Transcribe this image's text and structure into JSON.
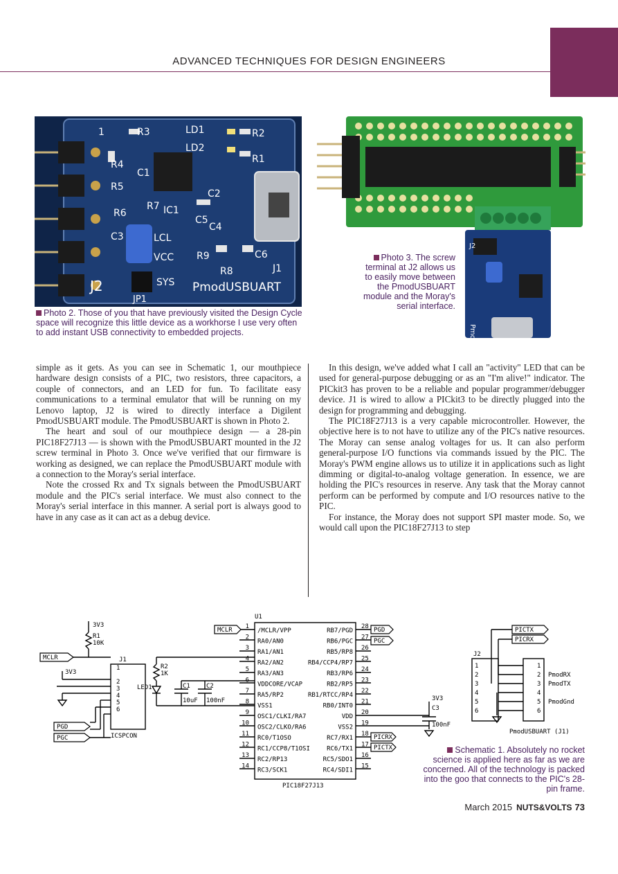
{
  "header": {
    "title": "ADVANCED TECHNIQUES FOR DESIGN ENGINEERS"
  },
  "photo2": {
    "board_labels": [
      "1",
      "R3",
      "LD1",
      "R2",
      "LD2",
      "R1",
      "R4",
      "C1",
      "R5",
      "C2",
      "R6",
      "R7",
      "IC1",
      "C5",
      "C3",
      "C4",
      "LCL",
      "VCC",
      "R9",
      "R8",
      "C6",
      "J2",
      "SYS",
      "JP1",
      "PmodUSBUART",
      "J1"
    ],
    "caption": "Photo 2. Those of you that have previously visited the Design Cycle space will recognize this little device as a workhorse I use very often to add instant USB connectivity to embedded projects."
  },
  "photo3": {
    "board_labels": [
      "J2",
      "PmodUSBUART"
    ],
    "caption": "Photo 3. The screw terminal at J2 allows us to easily move between the PmodUSBUART module and the Moray's serial interface."
  },
  "left_column": [
    "simple as it gets. As you can see in Schematic 1, our mouthpiece hardware design consists of a PIC, two resistors, three capacitors, a couple of connectors, and an LED for fun. To facilitate easy communications to a terminal emulator that will be running on my Lenovo laptop, J2 is wired to directly interface a Digilent PmodUSBUART module. The PmodUSBUART is shown in Photo 2.",
    "The heart and soul of our mouthpiece design — a 28-pin PIC18F27J13 — is shown with the PmodUSBUART mounted in the J2 screw terminal in Photo 3. Once we've verified that our firmware is working as designed, we can replace the PmodUSBUART module with a connection to the Moray's serial interface.",
    "Note the crossed Rx and Tx signals between the PmodUSBUART module and the PIC's serial interface. We must also connect to the Moray's serial interface in this manner. A serial port is always good to have in any case as it can act as a debug device."
  ],
  "right_column": [
    "In this design, we've added what I call an \"activity\" LED that can be used for general-purpose debugging or as an \"I'm alive!\" indicator. The PICkit3 has proven to be a reliable and popular programmer/debugger device. J1 is wired to allow a PICkit3 to be directly plugged into the design for programming and debugging.",
    "The PIC18F27J13 is a very capable microcontroller. However, the objective here is to not have to utilize any of the PIC's native resources. The Moray can sense analog voltages for us. It can also perform general-purpose I/O functions via commands issued by the PIC. The Moray's PWM engine allows us to utilize it in applications such as light dimming or digital-to-analog voltage generation. In essence, we are holding the PIC's resources in reserve. Any task that the Moray cannot perform can be performed by compute and I/O resources native to the PIC.",
    "For instance, the Moray does not support SPI master mode. So, we would call upon the PIC18F27J13 to step"
  ],
  "schematic": {
    "ic_ref": "U1",
    "ic_part": "PIC18F27J13",
    "left_pins": [
      {
        "num": "1",
        "name": "/MCLR/VPP"
      },
      {
        "num": "2",
        "name": "RA0/AN0"
      },
      {
        "num": "3",
        "name": "RA1/AN1"
      },
      {
        "num": "4",
        "name": "RA2/AN2"
      },
      {
        "num": "5",
        "name": "RA3/AN3"
      },
      {
        "num": "6",
        "name": "VDDCORE/VCAP"
      },
      {
        "num": "7",
        "name": "RA5/RP2"
      },
      {
        "num": "8",
        "name": "VSS1"
      },
      {
        "num": "9",
        "name": "OSC1/CLKI/RA7"
      },
      {
        "num": "10",
        "name": "OSC2/CLKO/RA6"
      },
      {
        "num": "11",
        "name": "RC0/T1OSO"
      },
      {
        "num": "12",
        "name": "RC1/CCP8/T1OSI"
      },
      {
        "num": "13",
        "name": "RC2/RP13"
      },
      {
        "num": "14",
        "name": "RC3/SCK1"
      }
    ],
    "right_pins": [
      {
        "num": "28",
        "name": "RB7/PGD"
      },
      {
        "num": "27",
        "name": "RB6/PGC"
      },
      {
        "num": "26",
        "name": "RB5/RP8"
      },
      {
        "num": "25",
        "name": "RB4/CCP4/RP7"
      },
      {
        "num": "24",
        "name": "RB3/RP6"
      },
      {
        "num": "23",
        "name": "RB2/RP5"
      },
      {
        "num": "22",
        "name": "RB1/RTCC/RP4"
      },
      {
        "num": "21",
        "name": "RB0/INT0"
      },
      {
        "num": "20",
        "name": "VDD"
      },
      {
        "num": "19",
        "name": "VSS2"
      },
      {
        "num": "18",
        "name": "RC7/RX1"
      },
      {
        "num": "17",
        "name": "RC6/TX1"
      },
      {
        "num": "16",
        "name": "RC5/SDO1"
      },
      {
        "num": "15",
        "name": "RC4/SDI1"
      }
    ],
    "net_tags": {
      "mclr": "MCLR",
      "pgd": "PGD",
      "pgc": "PGC",
      "picrx": "PICRX",
      "pictx": "PICTX"
    },
    "power": {
      "v1": "3V3",
      "v2": "3V3",
      "v3": "3V3"
    },
    "r1": {
      "ref": "R1",
      "val": "10K"
    },
    "r2": {
      "ref": "R2",
      "val": "1K"
    },
    "c1": {
      "ref": "C1",
      "val": "10uF"
    },
    "c2": {
      "ref": "C2",
      "val": "100nF"
    },
    "c3": {
      "ref": "C3",
      "val": "100nF"
    },
    "led": "LED1",
    "j1": {
      "ref": "J1",
      "name": "ICSPCON",
      "pins": [
        "1",
        "2",
        "3",
        "4",
        "5",
        "6"
      ]
    },
    "j2": {
      "ref": "J2",
      "pins": [
        "1",
        "2",
        "3",
        "4",
        "5",
        "6"
      ],
      "name": "PmodUSBUART (J1)",
      "signals": [
        "PmodRX",
        "PmodTX",
        "PmodGnd"
      ]
    }
  },
  "schematic_caption": "Schematic 1. Absolutely no rocket science is applied here as far as we are concerned. All of the technology is packed into the goo that connects to the PIC's 28-pin frame.",
  "footer": {
    "date": "March 2015",
    "magazine": "NUTS&VOLTS",
    "page": "73"
  },
  "colors": {
    "accent": "#7b2d5c",
    "caption_text": "#4a2160",
    "pcb_blue": "#16325e",
    "pcb_green": "#2f9a3c"
  }
}
